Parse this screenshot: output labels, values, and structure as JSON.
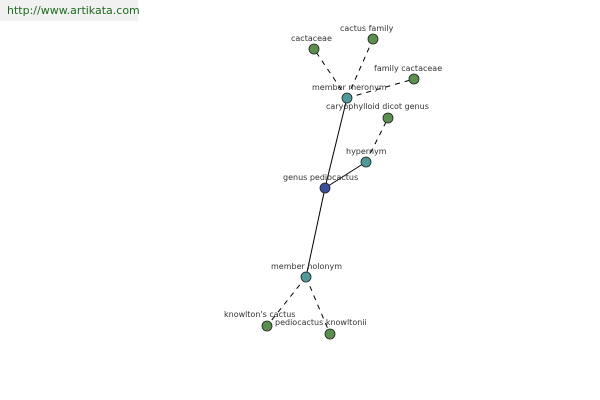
{
  "watermark": {
    "text": "http://www.artikata.com"
  },
  "colors": {
    "synset": "#5a8f4e",
    "relation": "#4f9a98",
    "focus": "#3c4e9a",
    "edge": "#000000",
    "label": "#333333"
  },
  "graph": {
    "nodes": [
      {
        "id": "cactaceae",
        "label": "cactaceae",
        "kind": "synset"
      },
      {
        "id": "cactus-family",
        "label": "cactus family",
        "kind": "synset"
      },
      {
        "id": "family-cactaceae",
        "label": "family cactaceae",
        "kind": "synset"
      },
      {
        "id": "member-meronym",
        "label": "member meronym",
        "kind": "relation"
      },
      {
        "id": "caryophylloid-dicot-genus",
        "label": "caryophylloid dicot genus",
        "kind": "synset"
      },
      {
        "id": "hypernym",
        "label": "hypernym",
        "kind": "relation"
      },
      {
        "id": "genus-pediocactus",
        "label": "genus pediocactus",
        "kind": "focus"
      },
      {
        "id": "member-holonym",
        "label": "member holonym",
        "kind": "relation"
      },
      {
        "id": "knowltons-cactus",
        "label": "knowlton's cactus",
        "kind": "synset"
      },
      {
        "id": "pediocactus-knowltonii",
        "label": "pediocactus knowltonii",
        "kind": "synset"
      }
    ],
    "edges": [
      {
        "from": "genus-pediocactus",
        "to": "member-meronym",
        "style": "solid"
      },
      {
        "from": "genus-pediocactus",
        "to": "hypernym",
        "style": "solid"
      },
      {
        "from": "genus-pediocactus",
        "to": "member-holonym",
        "style": "solid"
      },
      {
        "from": "member-meronym",
        "to": "cactaceae",
        "style": "dashed"
      },
      {
        "from": "member-meronym",
        "to": "cactus-family",
        "style": "dashed"
      },
      {
        "from": "member-meronym",
        "to": "family-cactaceae",
        "style": "dashed"
      },
      {
        "from": "hypernym",
        "to": "caryophylloid-dicot-genus",
        "style": "dashed"
      },
      {
        "from": "member-holonym",
        "to": "knowltons-cactus",
        "style": "dashed"
      },
      {
        "from": "member-holonym",
        "to": "pediocactus-knowltonii",
        "style": "dashed"
      }
    ]
  }
}
